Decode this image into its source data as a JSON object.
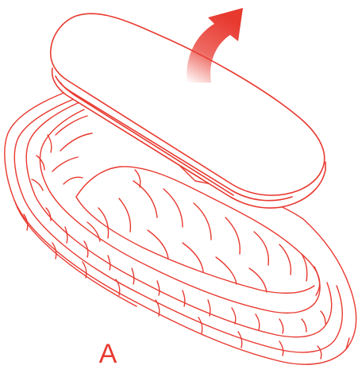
{
  "figure": {
    "label": "A",
    "line_color": "#e8392f",
    "fill_color": "#ffffff",
    "arrow_color": "#e8392f",
    "parts": [
      "basket-liner",
      "lid",
      "lift-arrow-icon"
    ]
  }
}
